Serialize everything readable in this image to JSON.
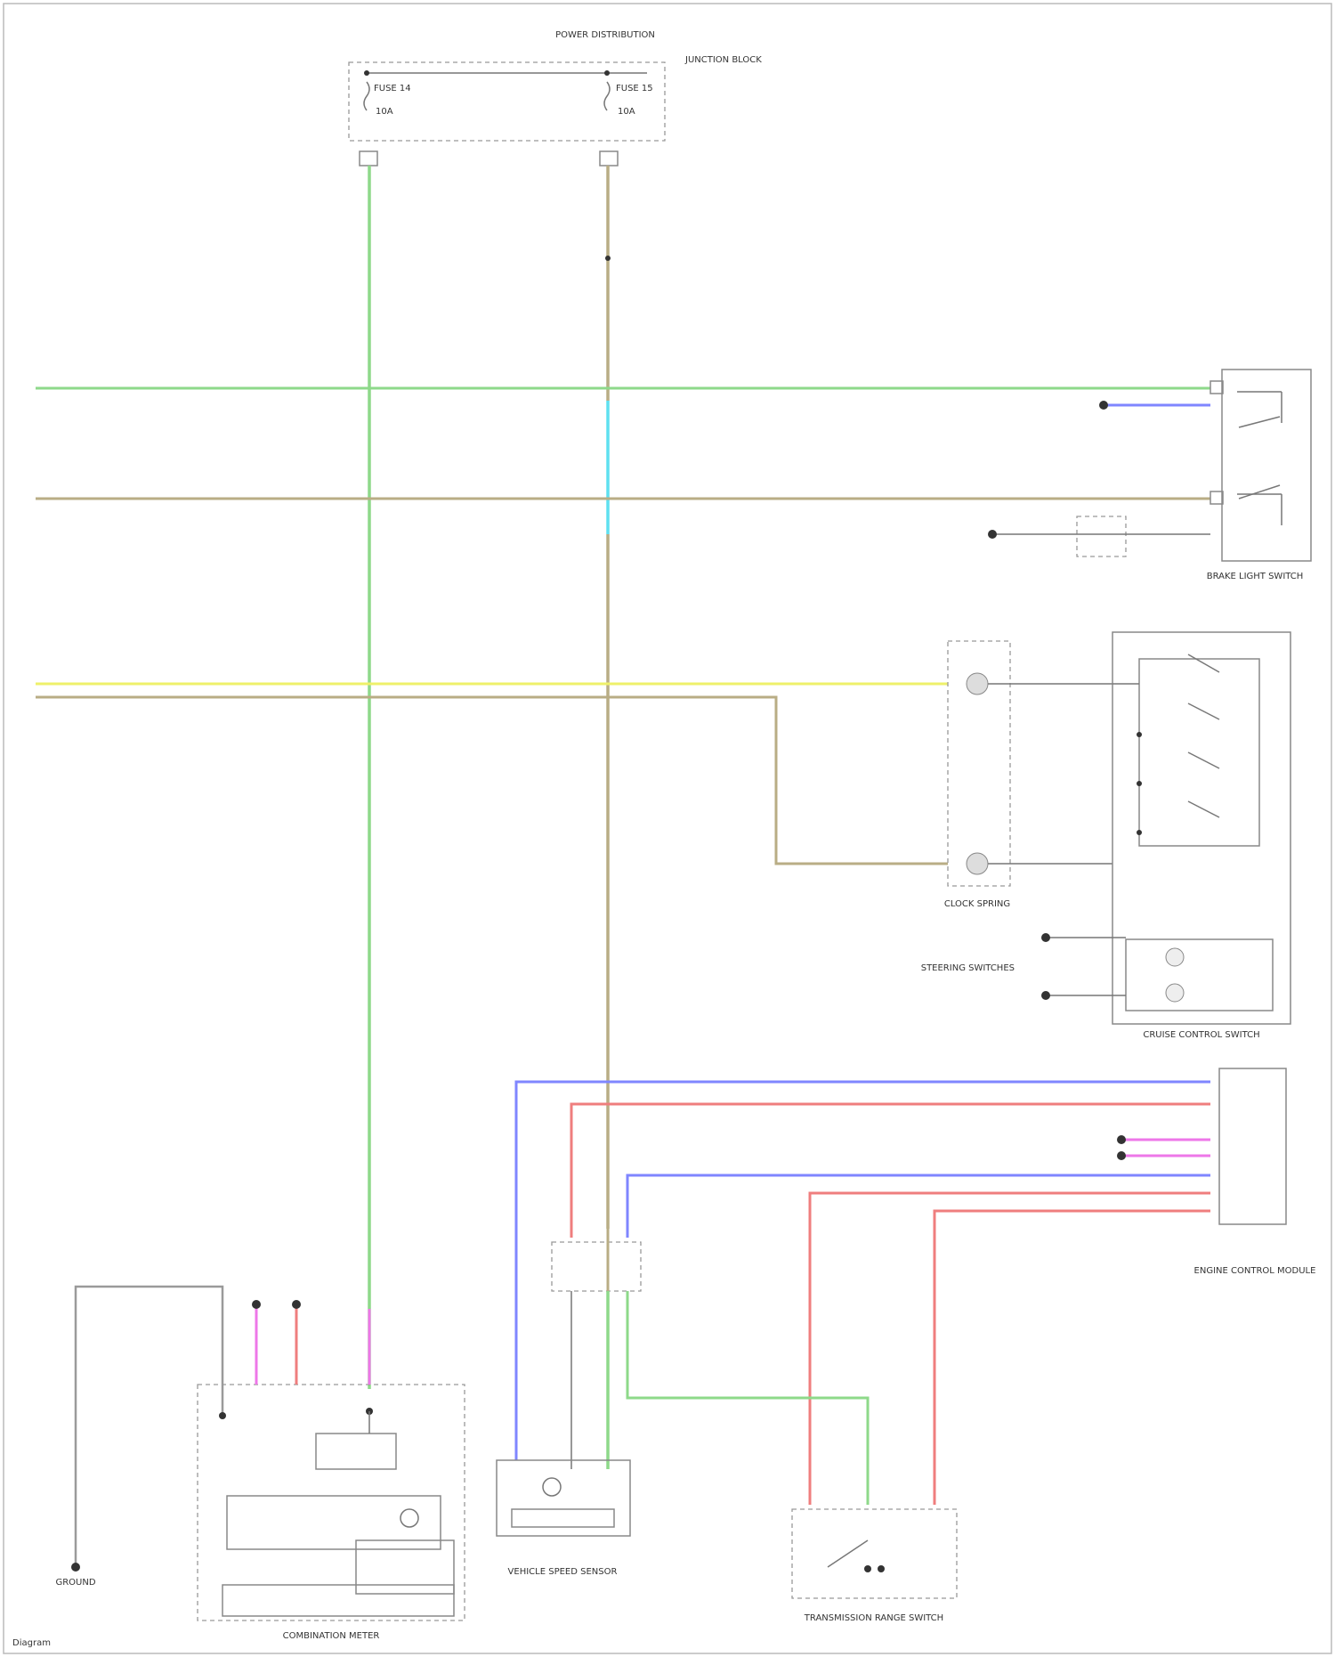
{
  "diagram": {
    "wire_colors": {
      "green": "#8ed98a",
      "tan": "#b9ad85",
      "cyan": "#5fe0f0",
      "yellow": "#eef06a",
      "blue": "#7f86ff",
      "red": "#ef7e7e",
      "pink": "#ee77e8",
      "gray": "#9a9a9a",
      "frame": "#8a8a8a"
    },
    "labels": {
      "fuse_block": "POWER DISTRIBUTION",
      "fuse_block_2": "JUNCTION BLOCK",
      "fuse_left": "FUSE 14",
      "fuse_right": "FUSE 15",
      "fuse_amp_left": "10A",
      "fuse_amp_right": "10A",
      "brake_switch": "BRAKE LIGHT SWITCH",
      "cruise_switch": "CRUISE CONTROL SWITCH",
      "clock_spring": "CLOCK SPRING",
      "combination_meter": "COMBINATION METER",
      "vss": "VEHICLE SPEED SENSOR",
      "transmission_range": "TRANSMISSION RANGE SWITCH",
      "ecm": "ENGINE CONTROL MODULE",
      "steering_switches": "STEERING SWITCHES",
      "ground": "GROUND",
      "footer": "Diagram"
    }
  }
}
